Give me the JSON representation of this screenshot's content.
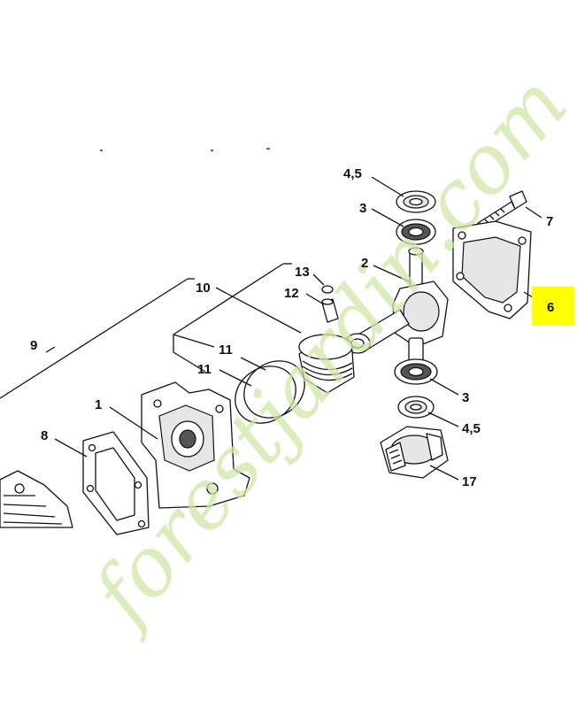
{
  "watermark": "forestjardin.com",
  "callouts": {
    "c1": "1",
    "c2": "2",
    "c3a": "3",
    "c3b": "3",
    "c45a": "4,5",
    "c45b": "4,5",
    "c6": "6",
    "c7": "7",
    "c8": "8",
    "c9": "9",
    "c10": "10",
    "c11a": "11",
    "c11b": "11",
    "c12": "12",
    "c13": "13",
    "c17": "17"
  },
  "highlight": {
    "part": "6",
    "color": "#ffff00"
  }
}
